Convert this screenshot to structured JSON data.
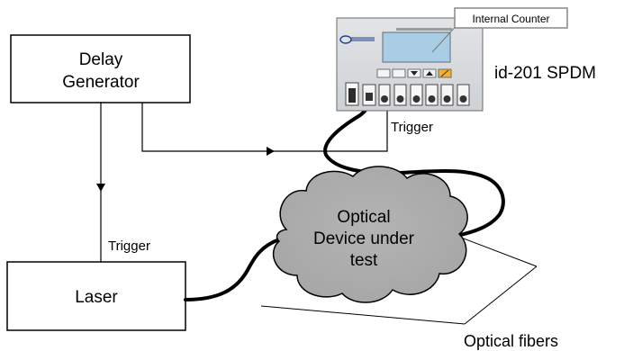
{
  "delay_generator": {
    "line1": "Delay",
    "line2": "Generator"
  },
  "laser": {
    "label": "Laser"
  },
  "device": {
    "line1": "Optical",
    "line2": "Device under",
    "line3": "test"
  },
  "spdm": {
    "label": "id-201 SPDM",
    "counter_label": "Internal Counter"
  },
  "labels": {
    "trigger_spdm": "Trigger",
    "trigger_laser": "Trigger",
    "fibers": "Optical fibers"
  }
}
